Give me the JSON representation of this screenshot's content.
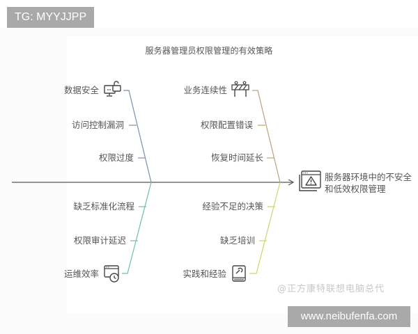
{
  "badges": {
    "tg": "TG: MYYJJPP",
    "url": "www.neibufenfa.com"
  },
  "diagram": {
    "title": "服务器管理员权限管理的有效策略",
    "effect": {
      "line1": "服务器环境中的不安全",
      "line2": "和低效权限管理",
      "icon": "browser-warning-icon"
    },
    "bones": {
      "top_left": {
        "color": "#7a8fb0",
        "items": [
          {
            "label": "数据安全",
            "icon": "monitor-lock-icon"
          },
          {
            "label": "访问控制漏洞"
          },
          {
            "label": "权限过度"
          }
        ]
      },
      "top_right": {
        "color": "#b8a47a",
        "items": [
          {
            "label": "业务连续性",
            "icon": "roadblock-icon"
          },
          {
            "label": "权限配置错误"
          },
          {
            "label": "恢复时间延长"
          }
        ]
      },
      "bottom_left": {
        "color": "#6fbfa8",
        "items": [
          {
            "label": "缺乏标准化流程"
          },
          {
            "label": "权限审计延迟"
          },
          {
            "label": "运维效率",
            "icon": "window-clock-icon"
          }
        ]
      },
      "bottom_right": {
        "color": "#c9d86a",
        "items": [
          {
            "label": "经验不足的决策"
          },
          {
            "label": "缺乏培训"
          },
          {
            "label": "实践和经验",
            "icon": "book-tool-icon"
          }
        ]
      }
    },
    "spine_color": "#555555",
    "watermark": "@正方康特联想电脑总代"
  }
}
